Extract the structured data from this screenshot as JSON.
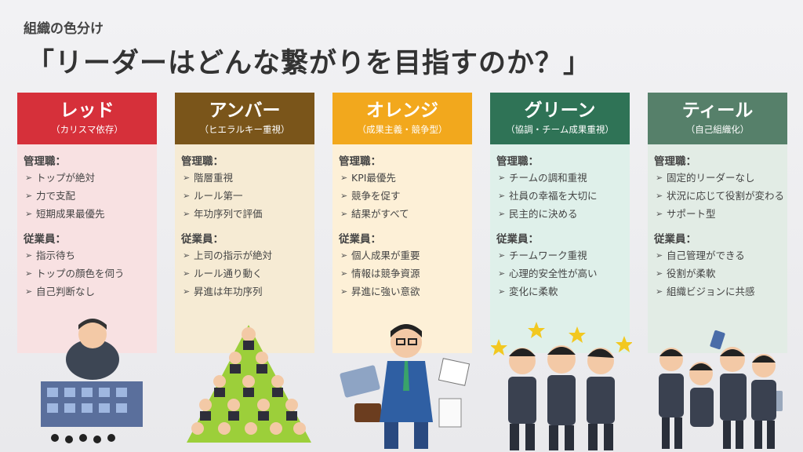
{
  "subtitle": "組織の色分け",
  "title": "「リーダーはどんな繋がりを目指すのか？」",
  "cards": [
    {
      "name": "レッド",
      "desc": "（カリスマ依存）",
      "head_color": "#d6303a",
      "body_color": "#f8e1e2",
      "manager_heading": "管理職：",
      "manager": [
        "トップが絶対",
        "力で支配",
        "短期成果最優先"
      ],
      "staff_heading": "従業員：",
      "staff": [
        "指示待ち",
        "トップの顔色を伺う",
        "自己判断なし"
      ]
    },
    {
      "name": "アンバー",
      "desc": "（ヒエラルキー重視）",
      "head_color": "#7a551a",
      "body_color": "#f6ebd4",
      "manager_heading": "管理職：",
      "manager": [
        "階層重視",
        "ルール第一",
        "年功序列で評価"
      ],
      "staff_heading": "従業員：",
      "staff": [
        "上司の指示が絶対",
        "ルール通り動く",
        "昇進は年功序列"
      ]
    },
    {
      "name": "オレンジ",
      "desc": "（成果主義・競争型）",
      "head_color": "#f2a81d",
      "body_color": "#fdf0d7",
      "manager_heading": "管理職：",
      "manager": [
        "KPI最優先",
        "競争を促す",
        "結果がすべて"
      ],
      "staff_heading": "従業員：",
      "staff": [
        "個人成果が重要",
        "情報は競争資源",
        "昇進に強い意欲"
      ]
    },
    {
      "name": "グリーン",
      "desc": "（協調・チーム成果重視）",
      "head_color": "#2f7356",
      "body_color": "#dff0ea",
      "manager_heading": "管理職：",
      "manager": [
        "チームの調和重視",
        "社員の幸福を大切に",
        "民主的に決める"
      ],
      "staff_heading": "従業員：",
      "staff": [
        "チームワーク重視",
        "心理的安全性が高い",
        "変化に柔軟"
      ]
    },
    {
      "name": "ティール",
      "desc": "（自己組織化）",
      "head_color": "#56806a",
      "body_color": "#e2ece5",
      "manager_heading": "管理職：",
      "manager": [
        "固定的リーダーなし",
        "状況に応じて役割が変わる",
        "サポート型"
      ],
      "staff_heading": "従業員：",
      "staff": [
        "自己管理ができる",
        "役割が柔軟",
        "組織ビジョンに共感"
      ]
    }
  ]
}
